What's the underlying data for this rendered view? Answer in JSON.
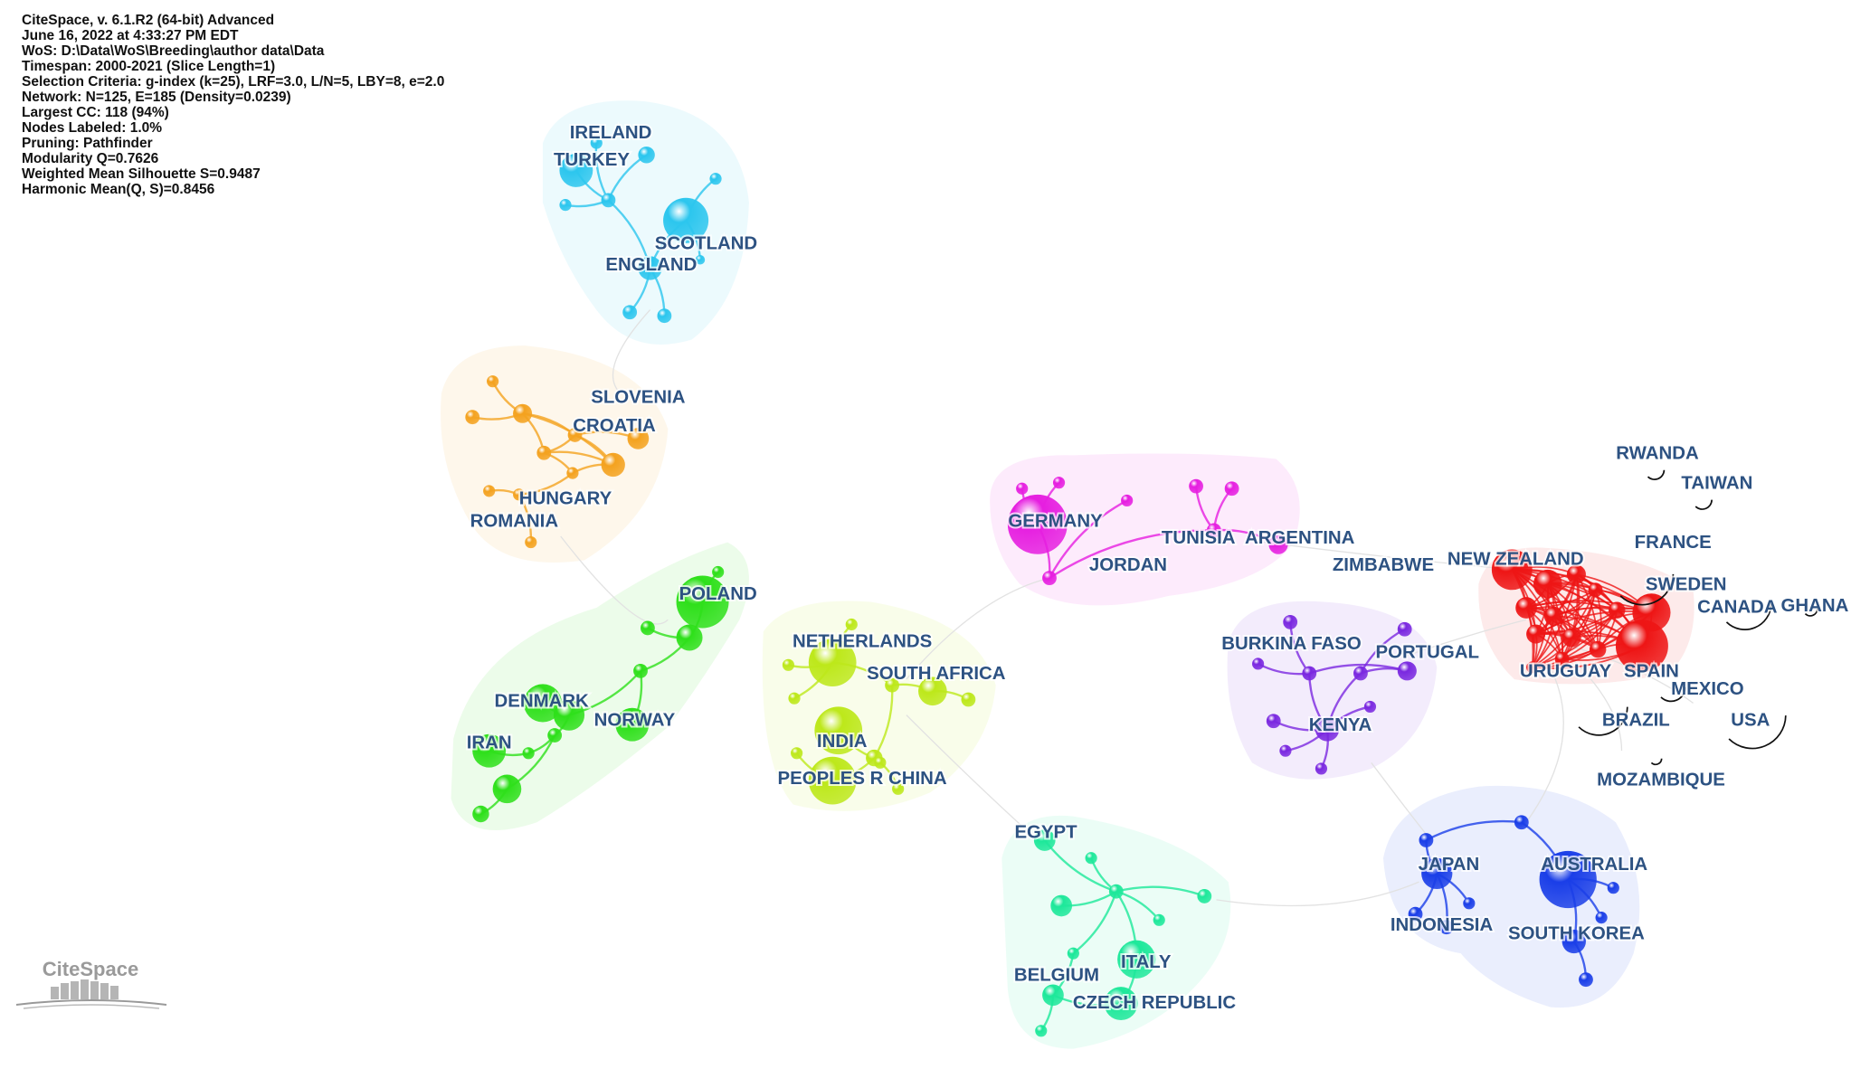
{
  "info_lines": [
    "CiteSpace, v. 6.1.R2 (64-bit) Advanced",
    "June 16, 2022 at 4:33:27 PM EDT",
    "WoS: D:\\Data\\WoS\\Breeding\\author data\\Data",
    "Timespan: 2000-2021 (Slice Length=1)",
    "Selection Criteria: g-index (k=25), LRF=3.0, L/N=5, LBY=8, e=2.0",
    "Network: N=125, E=185 (Density=0.0239)",
    "Largest CC: 118 (94%)",
    "Nodes Labeled: 1.0%",
    "Pruning: Pathfinder",
    "Modularity Q=0.7626",
    "Weighted Mean Silhouette S=0.9487",
    "Harmonic Mean(Q, S)=0.8456"
  ],
  "logo_text": "CiteSpace",
  "clusters": {
    "cyan": {
      "color": "#2cc6ee",
      "labels": [
        "IRELAND",
        "TURKEY",
        "SCOTLAND",
        "ENGLAND"
      ]
    },
    "orange": {
      "color": "#f4a21f",
      "labels": [
        "SLOVENIA",
        "CROATIA",
        "HUNGARY",
        "ROMANIA"
      ]
    },
    "magenta": {
      "color": "#e61ee0",
      "labels": [
        "GERMANY",
        "JORDAN",
        "TUNISIA",
        "ARGENTINA"
      ]
    },
    "green": {
      "color": "#2ee01a",
      "labels": [
        "POLAND",
        "DENMARK",
        "NORWAY",
        "IRAN"
      ]
    },
    "lime": {
      "color": "#bde81a",
      "labels": [
        "NETHERLANDS",
        "SOUTH AFRICA",
        "INDIA",
        "PEOPLES R CHINA"
      ]
    },
    "purple": {
      "color": "#7a28e0",
      "labels": [
        "BURKINA FASO",
        "PORTUGAL",
        "KENYA"
      ]
    },
    "red": {
      "color": "#ee1515",
      "labels": [
        "NEW ZEALAND",
        "SWEDEN",
        "URUGUAY",
        "SPAIN"
      ]
    },
    "blue": {
      "color": "#1a3ee8",
      "labels": [
        "JAPAN",
        "AUSTRALIA",
        "INDONESIA",
        "SOUTH KOREA"
      ]
    },
    "teal": {
      "color": "#1de89a",
      "labels": [
        "EGYPT",
        "BELGIUM",
        "ITALY",
        "CZECH REPUBLIC"
      ]
    }
  },
  "unclustered_labels": [
    "ZIMBABWE",
    "RWANDA",
    "TAIWAN",
    "FRANCE",
    "CANADA",
    "GHANA",
    "MEXICO",
    "BRAZIL",
    "USA",
    "MOZAMBIQUE"
  ]
}
